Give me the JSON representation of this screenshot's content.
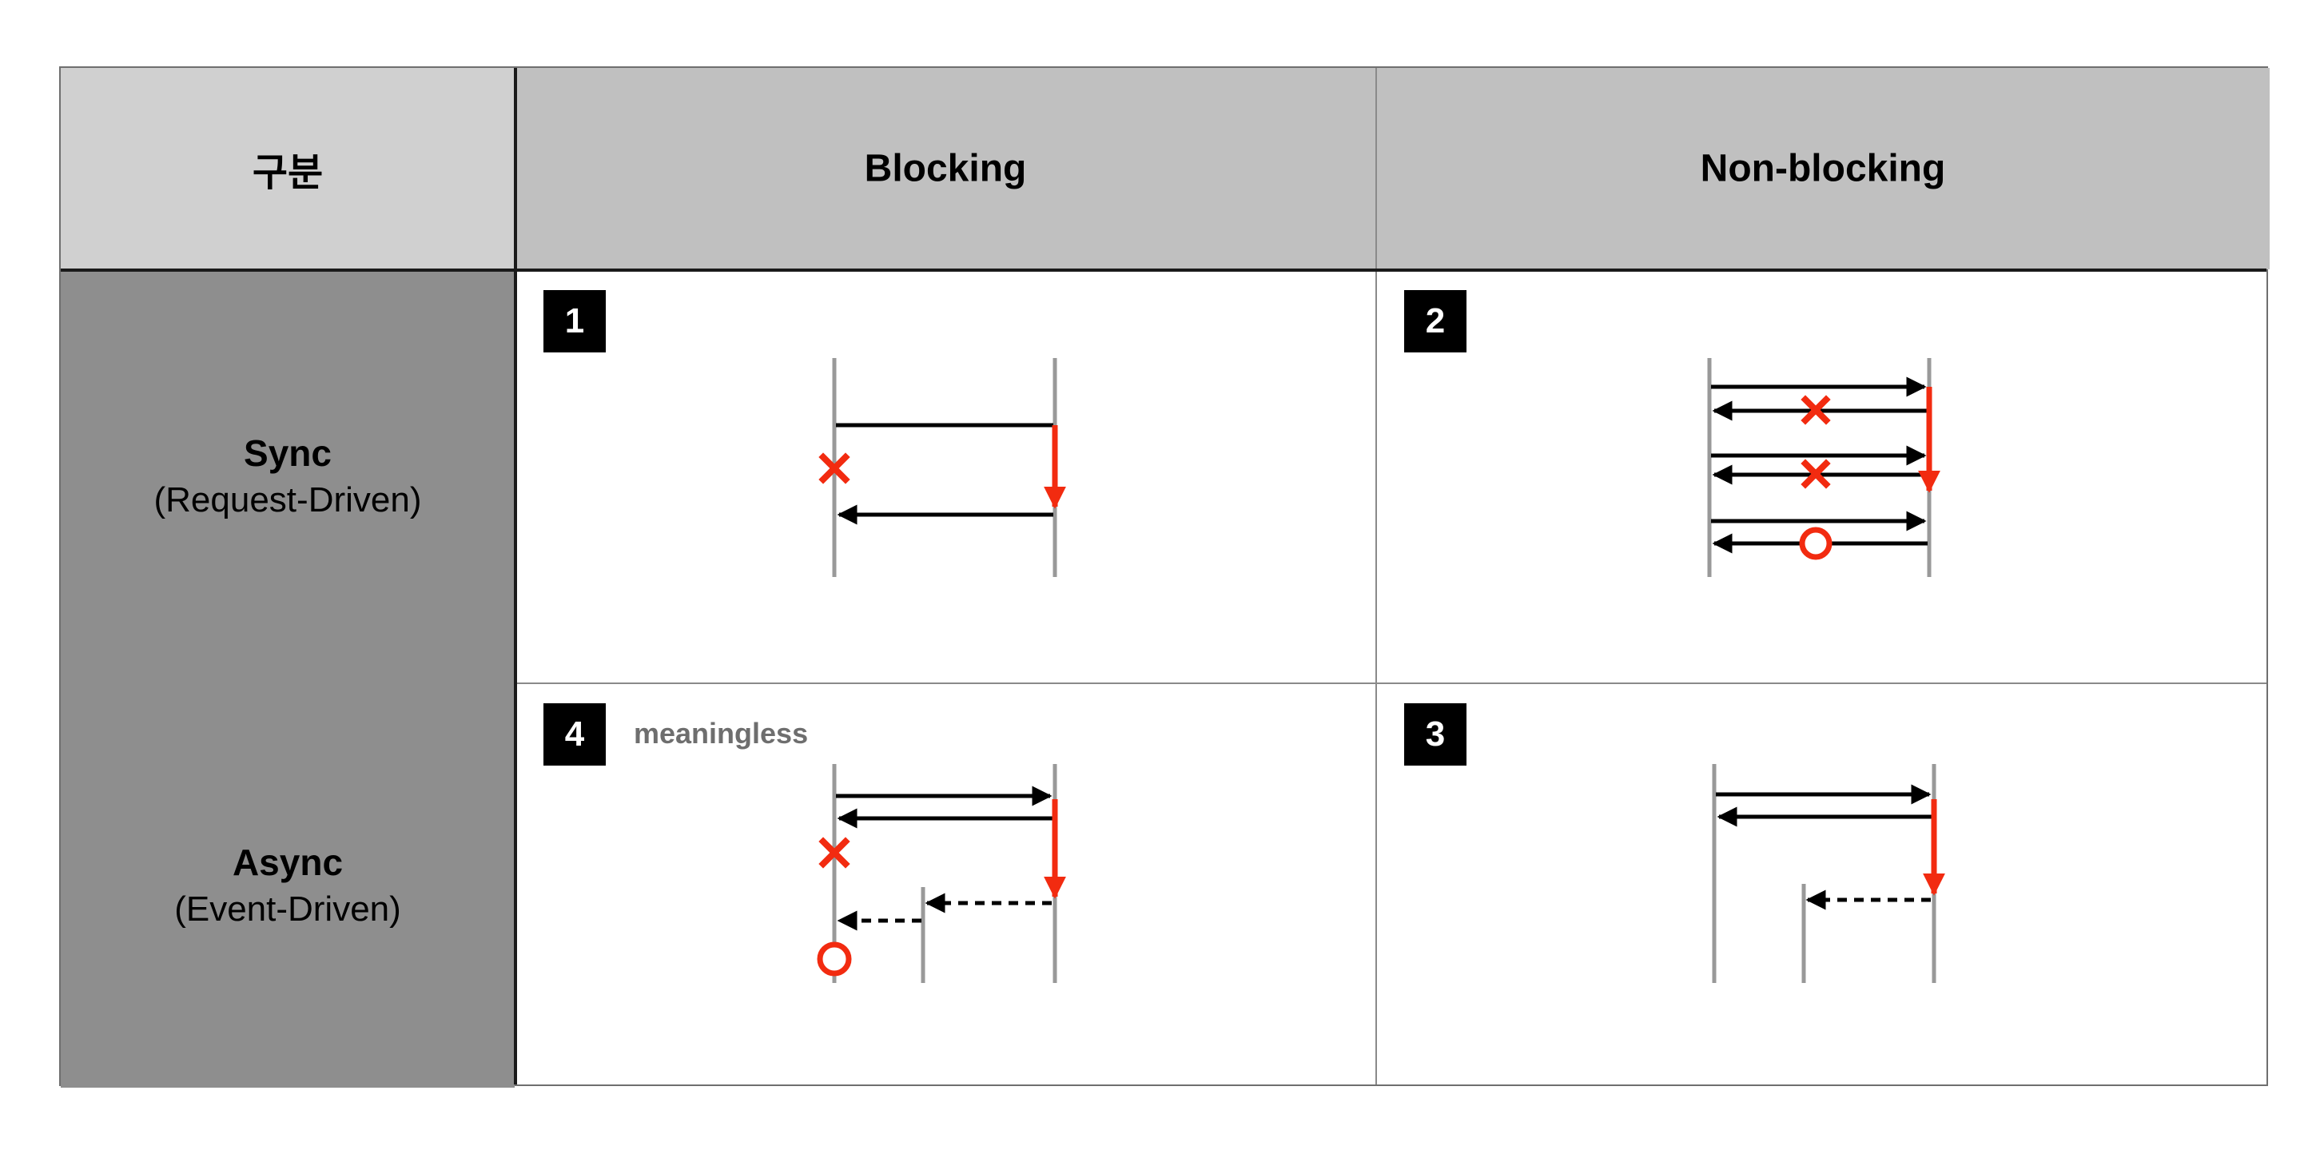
{
  "header": {
    "corner_label": "구분",
    "col_blocking": "Blocking",
    "col_nonblocking": "Non-blocking"
  },
  "rows": {
    "sync": {
      "title": "Sync",
      "subtitle": "(Request-Driven)"
    },
    "async": {
      "title": "Async",
      "subtitle": "(Event-Driven)"
    }
  },
  "cells": {
    "sync_blocking": {
      "number": "1"
    },
    "sync_nonblocking": {
      "number": "2"
    },
    "async_nonblocking": {
      "number": "3"
    },
    "async_blocking": {
      "number": "4",
      "note": "meaningless"
    }
  },
  "colors": {
    "accent_red": "#f22b10",
    "lifeline_gray": "#999999",
    "arrow_black": "#000000"
  },
  "icons": {
    "fail_mark": "x-mark-icon",
    "success_mark": "circle-mark-icon"
  }
}
